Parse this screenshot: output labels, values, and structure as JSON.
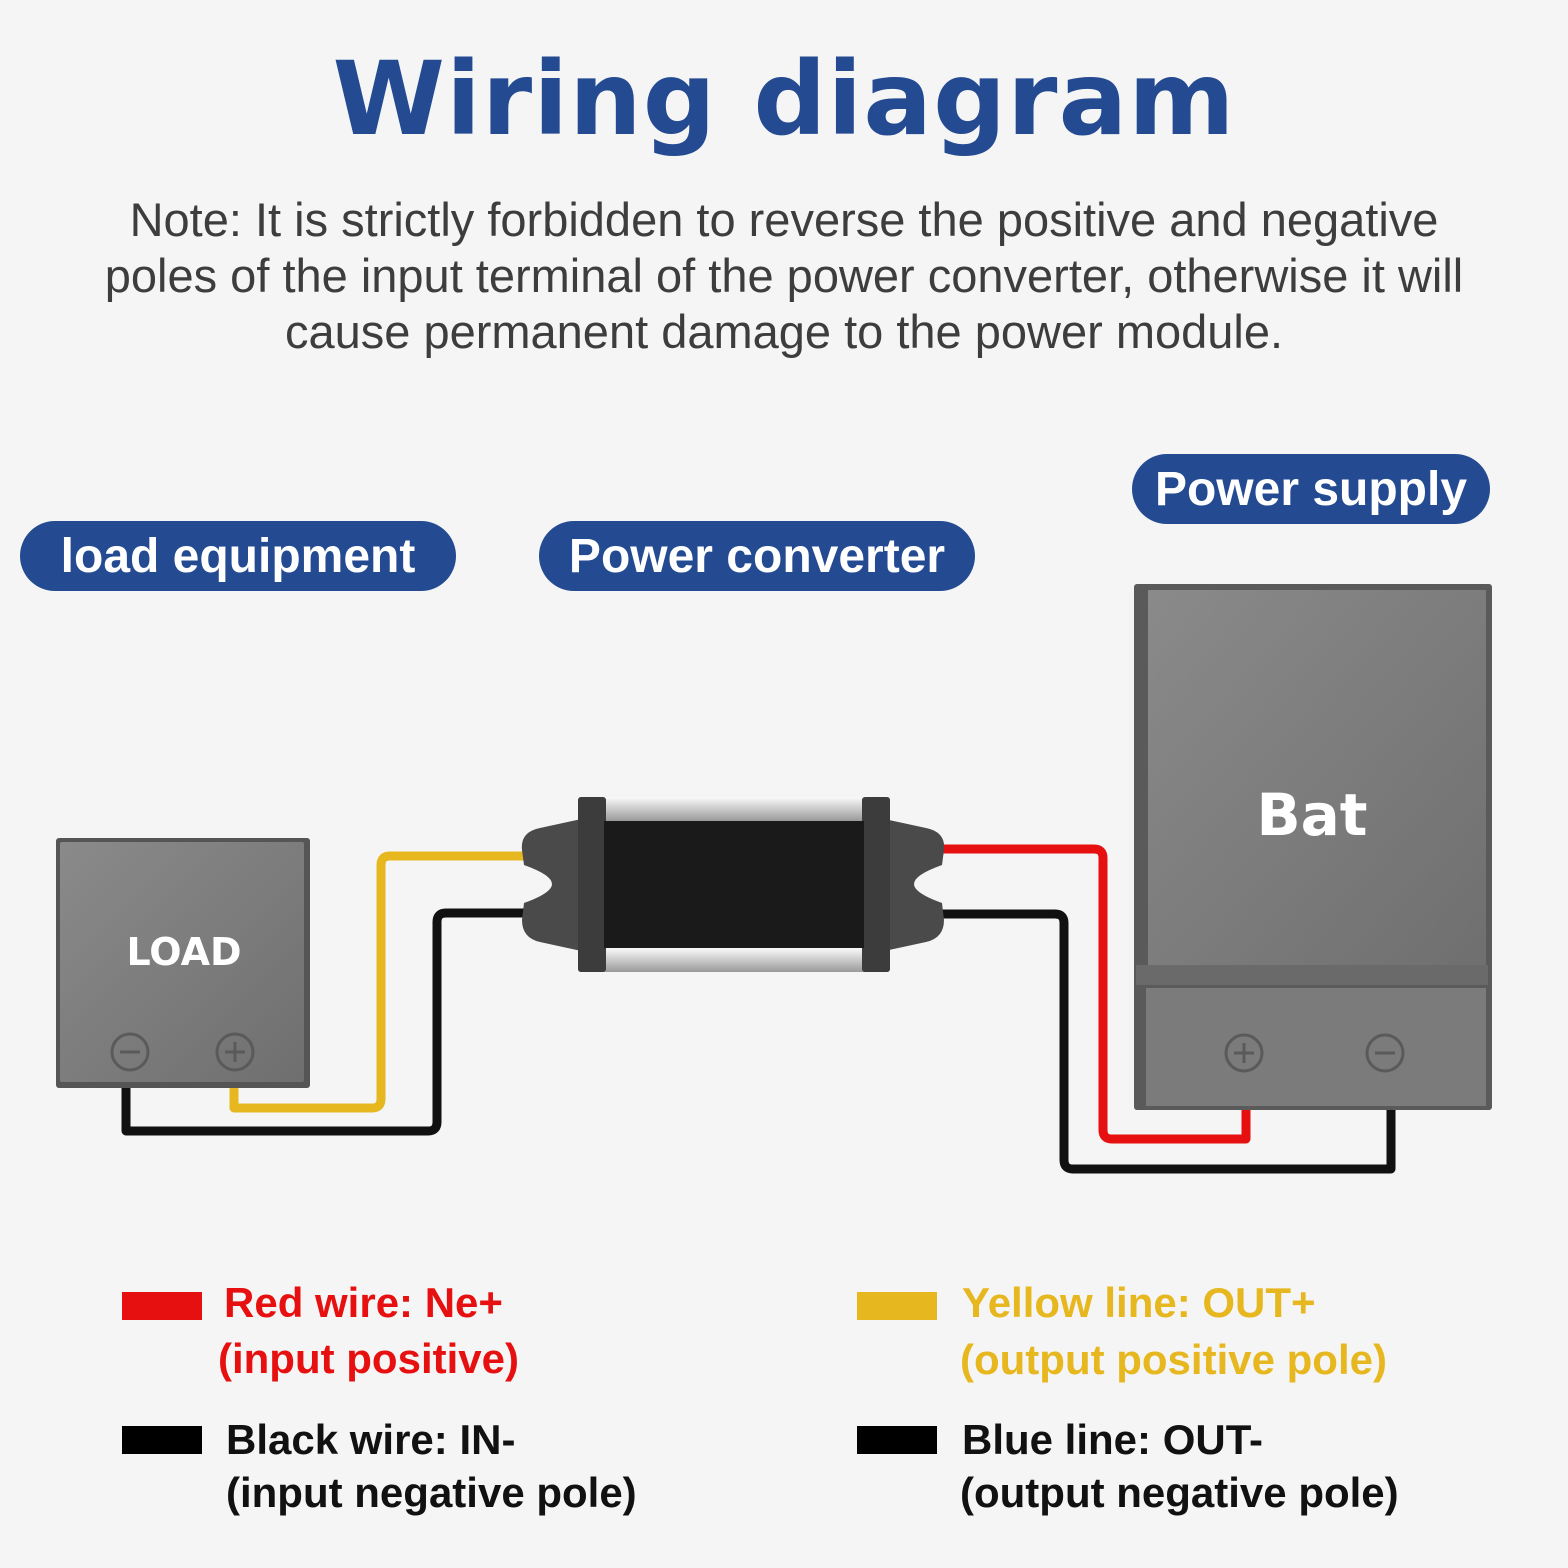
{
  "title": "Wiring diagram",
  "note": "Note: It is strictly forbidden to reverse the positive and negative poles of the input terminal of the power converter, otherwise it will cause permanent damage to the power module.",
  "labels": {
    "load_equipment": "load equipment",
    "power_converter": "Power converter",
    "power_supply": "Power supply"
  },
  "devices": {
    "load_text": "LOAD",
    "battery_text": "Bat"
  },
  "terminals": {
    "minus": "⊖",
    "plus": "⊕"
  },
  "colors": {
    "accent": "#244b92",
    "red_wire": "#e61010",
    "yellow_wire": "#e6b71e",
    "black_wire": "#111111"
  },
  "legend": {
    "red": {
      "line1": "Red wire: Ne+",
      "line2": "(input positive)"
    },
    "black": {
      "line1": "Black wire: IN-",
      "line2": "(input negative pole)"
    },
    "yellow": {
      "line1": "Yellow line: OUT+",
      "line2": "(output positive pole)"
    },
    "blue": {
      "line1": "Blue line: OUT-",
      "line2": "(output negative pole)"
    }
  }
}
